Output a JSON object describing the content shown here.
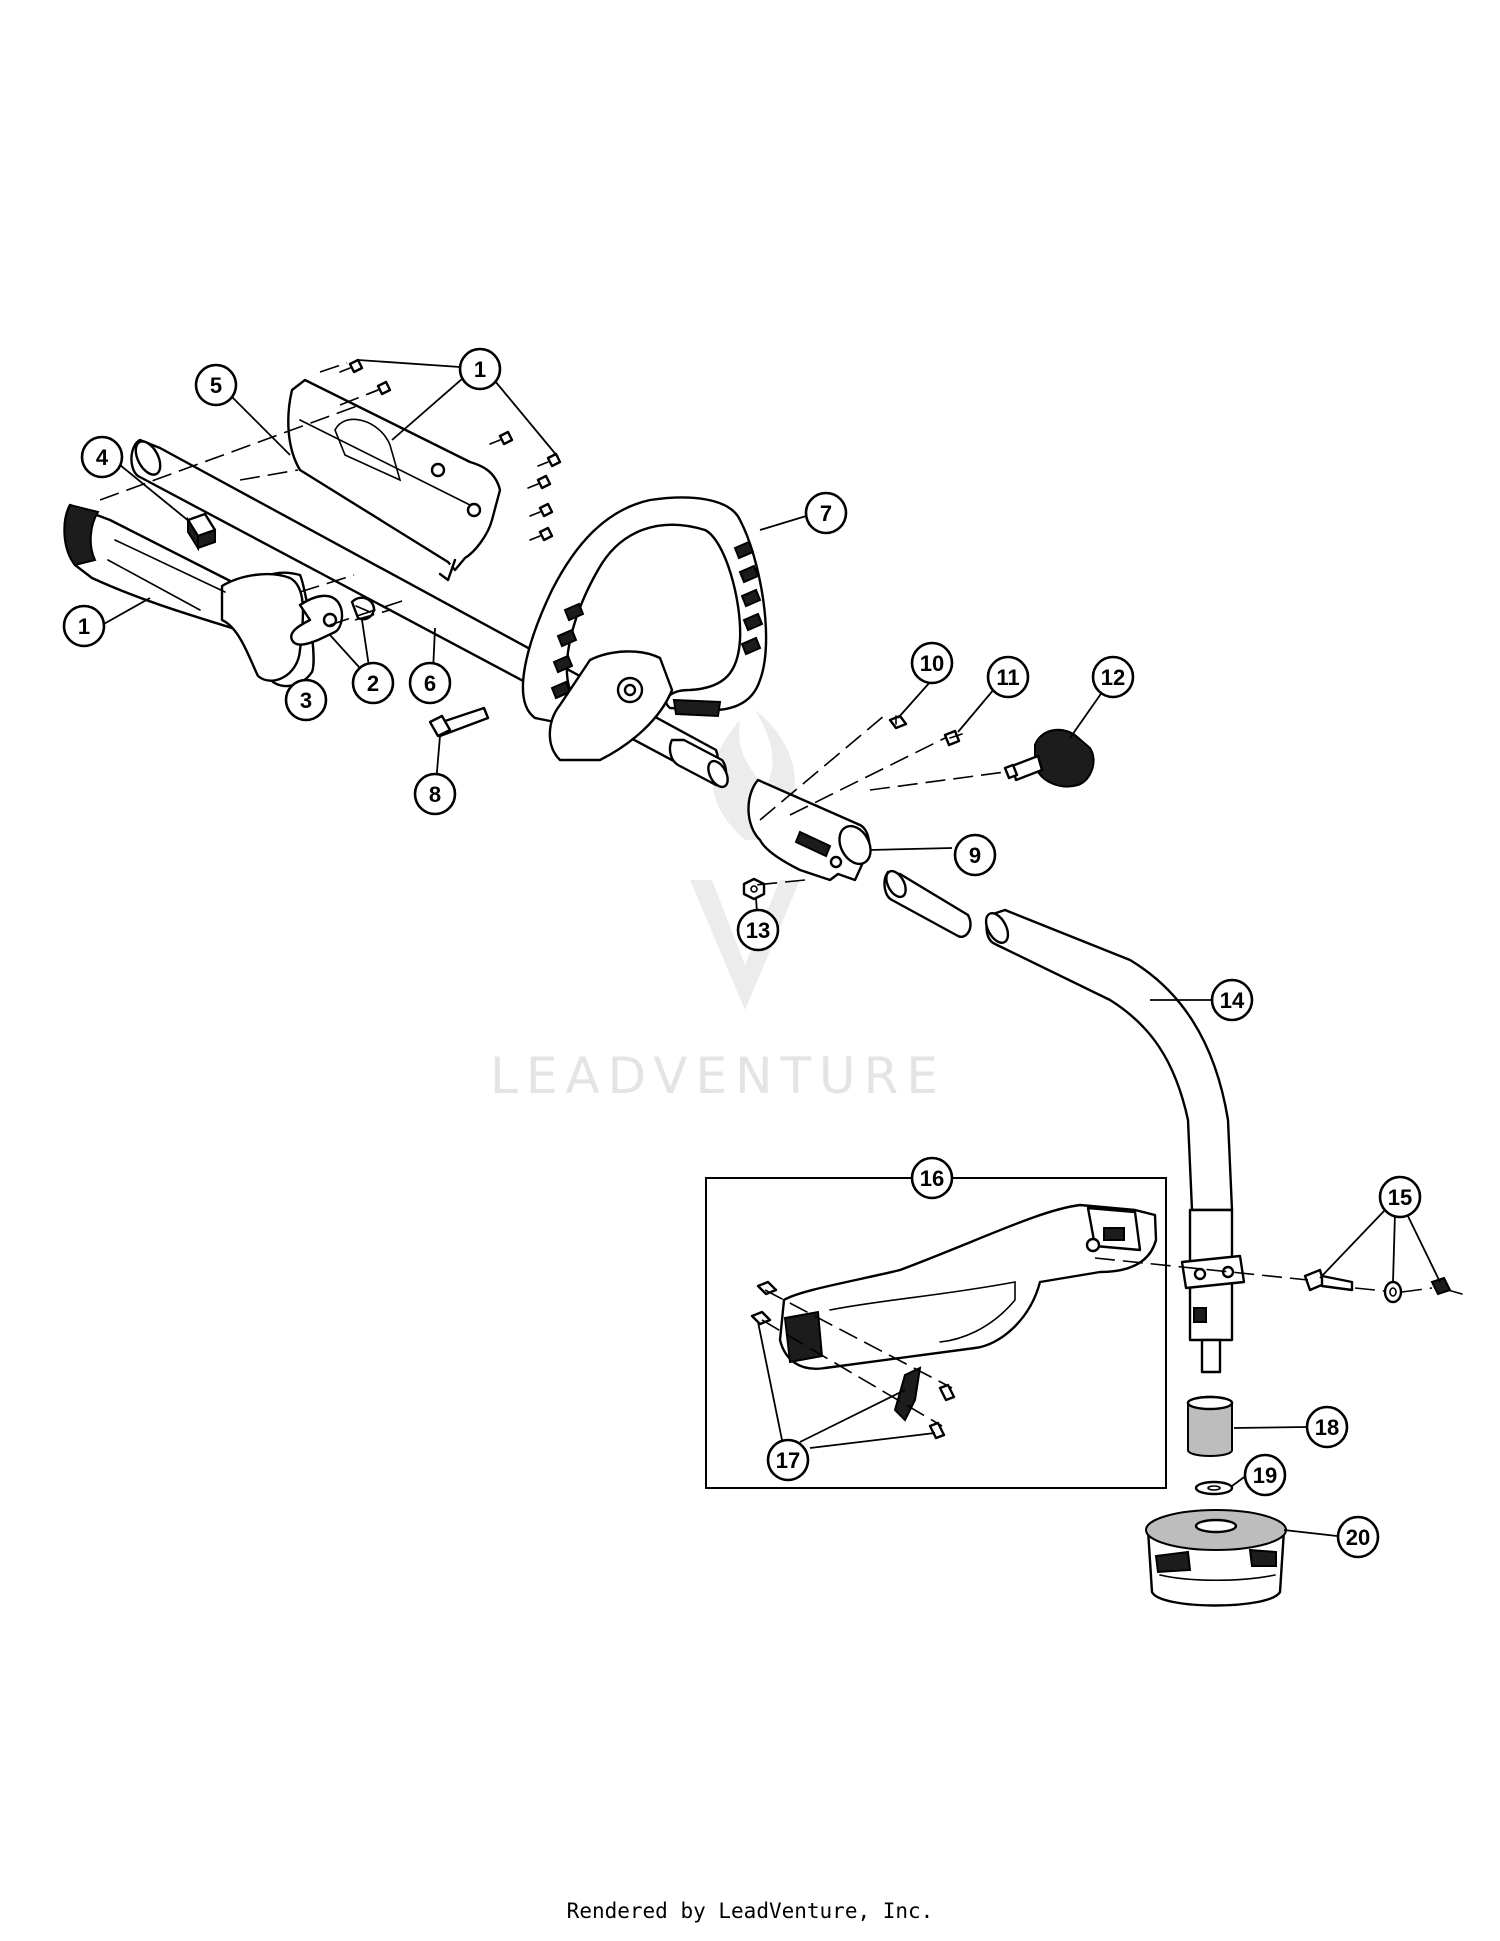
{
  "callouts": {
    "c1a": "1",
    "c1b": "1",
    "c2": "2",
    "c3": "3",
    "c4": "4",
    "c5": "5",
    "c6": "6",
    "c7": "7",
    "c8": "8",
    "c9": "9",
    "c10": "10",
    "c11": "11",
    "c12": "12",
    "c13": "13",
    "c14": "14",
    "c15": "15",
    "c16": "16",
    "c17": "17",
    "c18": "18",
    "c19": "19",
    "c20": "20"
  },
  "watermark": {
    "text": "LEADVENTURE"
  },
  "footer": {
    "text": "Rendered by LeadVenture, Inc."
  },
  "icons": {
    "logo": "leadventure-flame-logo"
  },
  "colors": {
    "line": "#000000",
    "background": "#ffffff",
    "watermark": "#e4e4e4"
  }
}
